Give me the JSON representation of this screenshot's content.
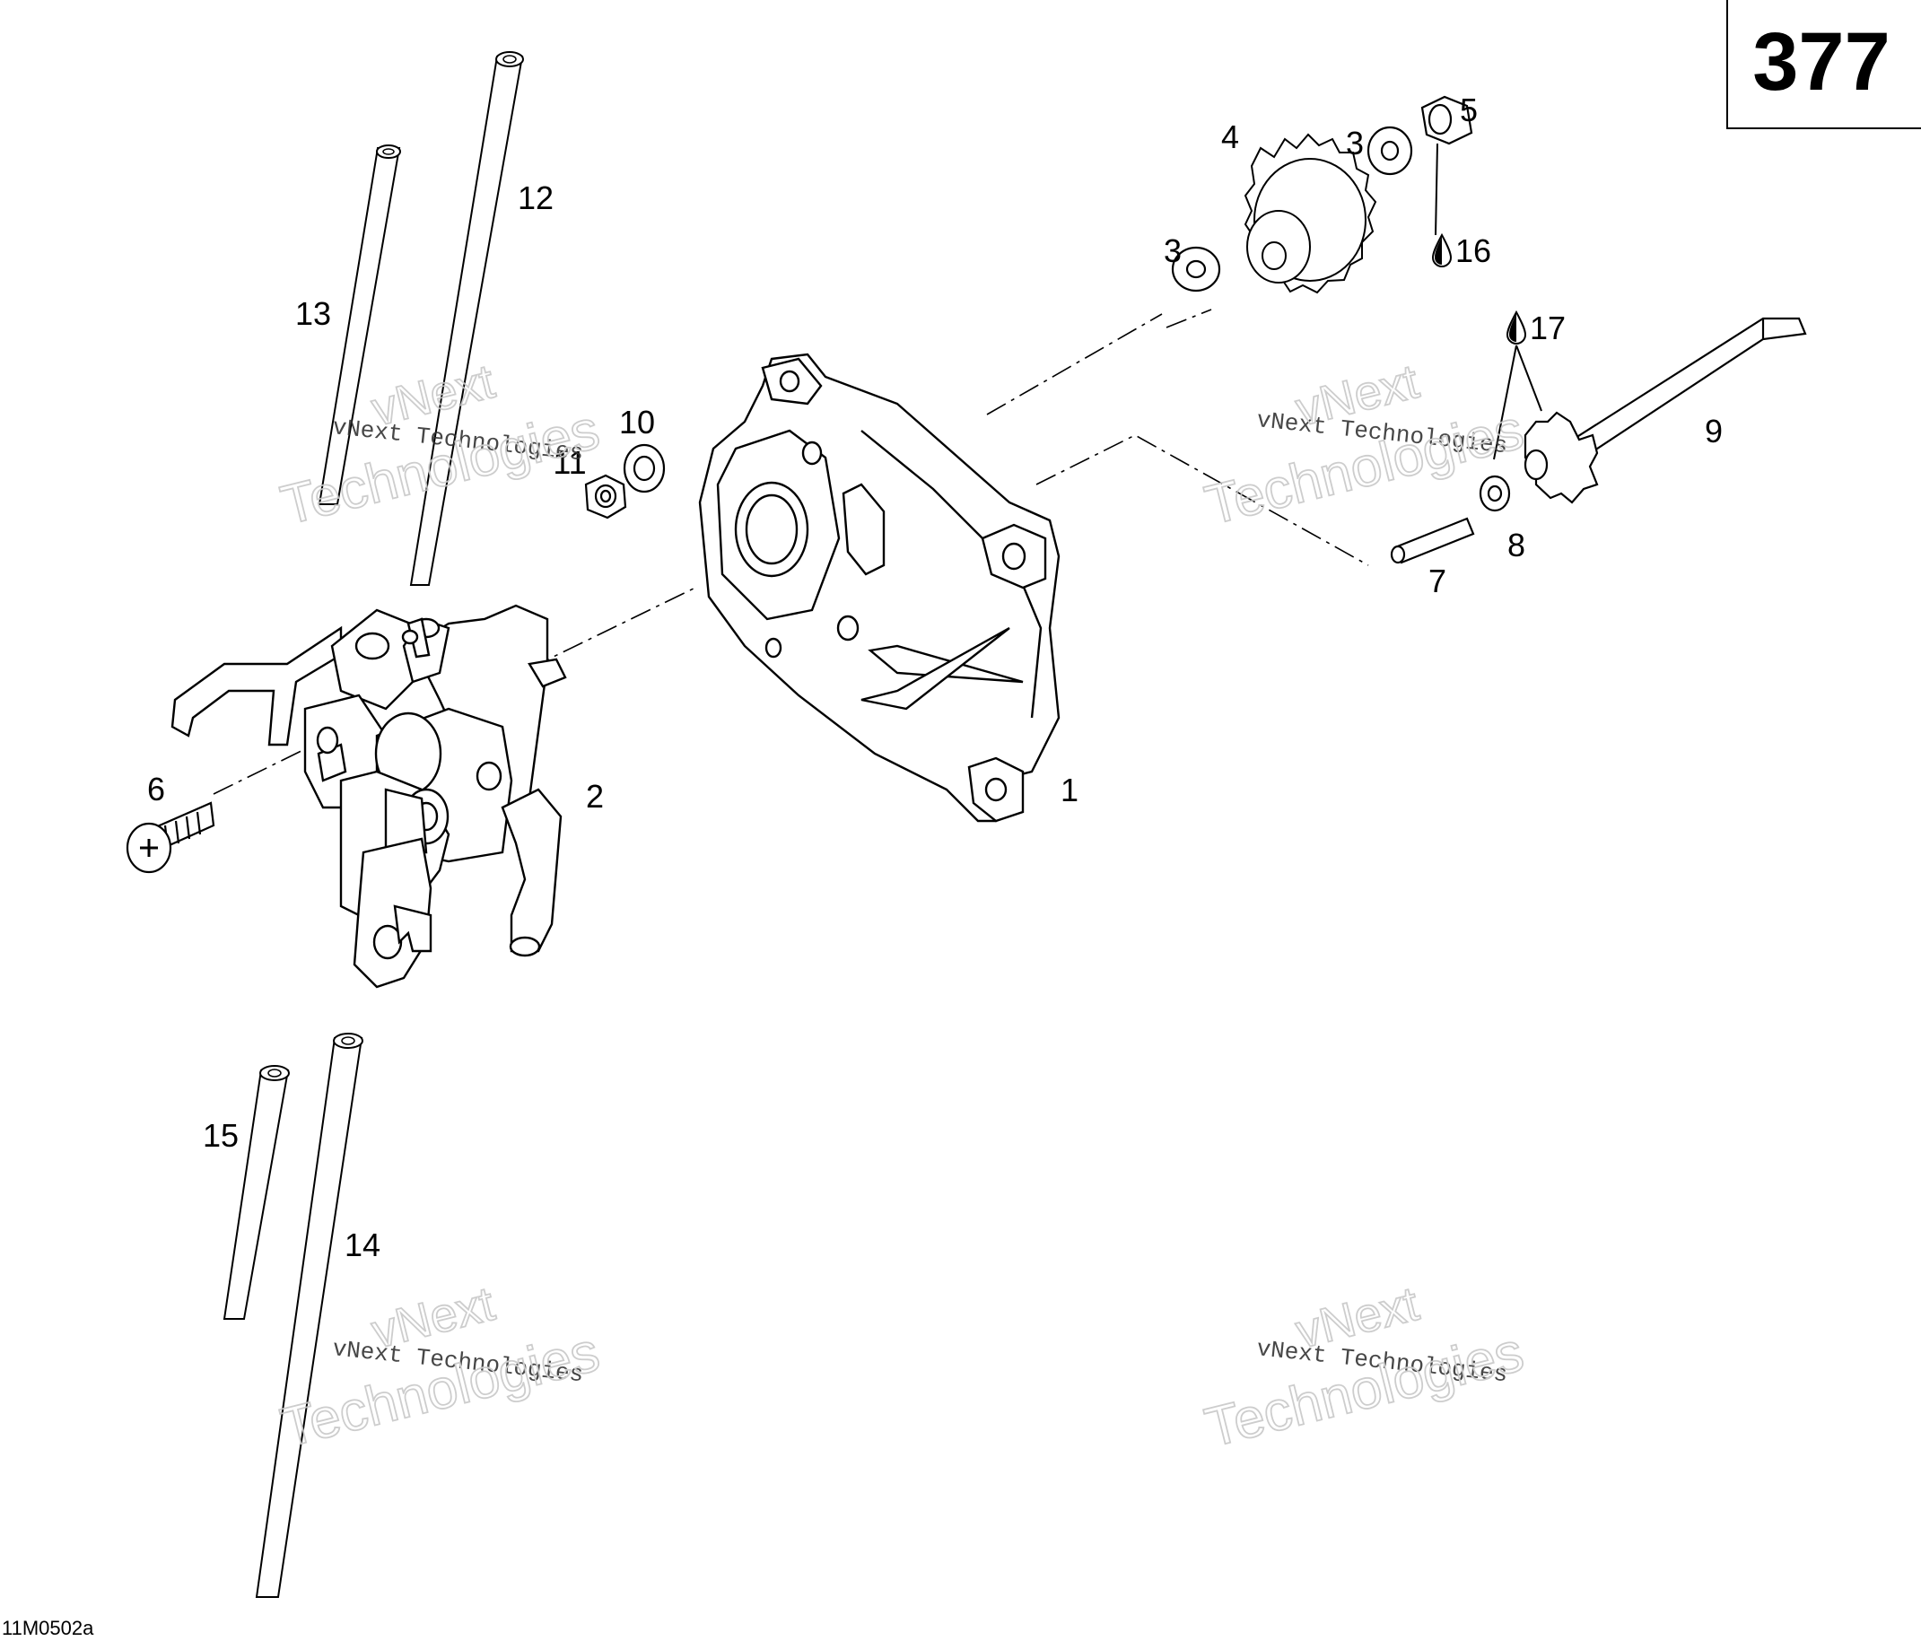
{
  "page_number": "377",
  "figure_id": "11M0502a",
  "parts": [
    {
      "ref": "1"
    },
    {
      "ref": "2"
    },
    {
      "ref": "3"
    },
    {
      "ref": "3"
    },
    {
      "ref": "4"
    },
    {
      "ref": "5"
    },
    {
      "ref": "6"
    },
    {
      "ref": "7"
    },
    {
      "ref": "8"
    },
    {
      "ref": "9"
    },
    {
      "ref": "10"
    },
    {
      "ref": "11"
    },
    {
      "ref": "12"
    },
    {
      "ref": "13"
    },
    {
      "ref": "14"
    },
    {
      "ref": "15"
    }
  ],
  "lubricant_notes": [
    {
      "ref": "16",
      "icon": "oil-drop-icon"
    },
    {
      "ref": "17",
      "icon": "oil-drop-icon"
    }
  ],
  "watermark": {
    "line": "vNext Technologies",
    "big_1": "vNext",
    "big_2": "Technologies"
  }
}
